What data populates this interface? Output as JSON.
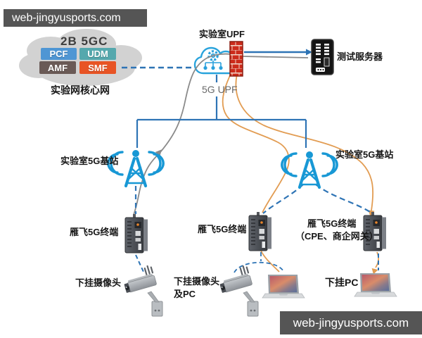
{
  "watermark": {
    "top_left": "web-jingyusports.com",
    "bottom_right": "web-jingyusports.com"
  },
  "core_network": {
    "title": "2B 5GC",
    "label": "实验网核心网",
    "functions": [
      {
        "name": "PCF",
        "color": "#4f96d4"
      },
      {
        "name": "UDM",
        "color": "#55a8ad"
      },
      {
        "name": "AMF",
        "color": "#6a5a56"
      },
      {
        "name": "SMF",
        "color": "#e85425"
      }
    ]
  },
  "upf": {
    "label": "实验室UPF",
    "sublabel": "5G UPF"
  },
  "server": {
    "label": "测试服务器"
  },
  "base_stations": [
    {
      "side": "left",
      "label": "实验室5G基站"
    },
    {
      "side": "right",
      "label": "实验室5G基站"
    }
  ],
  "terminals": [
    {
      "label": "雁飞5G终端"
    },
    {
      "label": "雁飞5G终端"
    },
    {
      "label": "雁飞5G终端",
      "sublabel": "（CPE、商企网关）"
    }
  ],
  "endpoints": [
    {
      "label": "下挂摄像头"
    },
    {
      "label": "下挂摄像头",
      "label2": "及PC"
    },
    {
      "label": "下挂PC"
    }
  ],
  "colors": {
    "line_blue": "#2e74b5",
    "antenna_blue": "#1898d5",
    "upf_cloud_blue": "#29a3dc",
    "line_orange": "#e29c52",
    "line_gray": "#8a8a8a",
    "firewall_red": "#cc2b1b",
    "core_cloud_gray": "#d2d2d2",
    "watermark_bg": "#555555"
  }
}
